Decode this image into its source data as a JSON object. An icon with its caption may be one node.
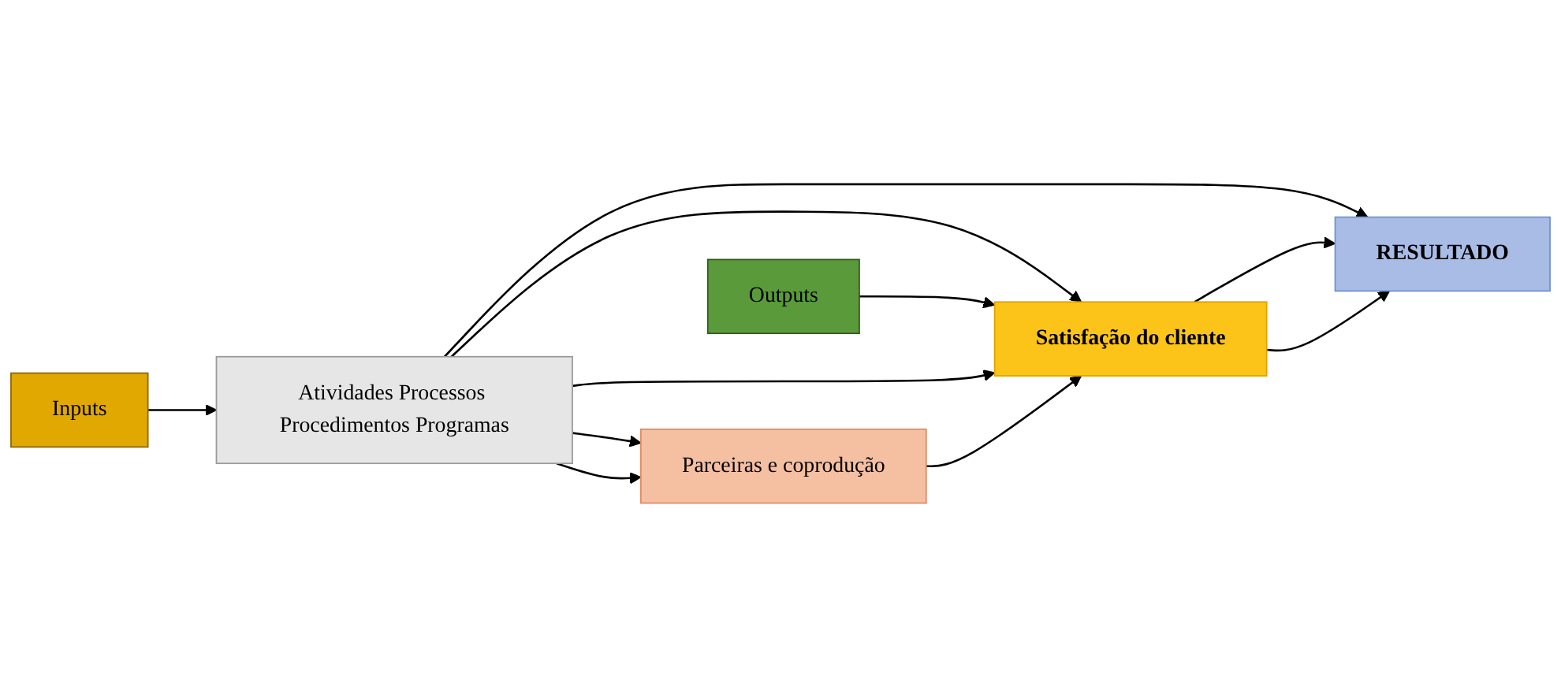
{
  "diagram": {
    "nodes": [
      {
        "text": [
          "Atividades Processos Procedimentos Programas"
        ]
      },
      {
        "text": [
          "Inputs"
        ]
      },
      {
        "text": [
          "Outputs"
        ]
      },
      {
        "text": [
          "Parceiras e coprodução"
        ]
      },
      {
        "text": [
          "Satisfação do cliente"
        ]
      },
      {
        "text": [
          "RESULTADO"
        ]
      }
    ],
    "edges": [
      {
        "from": 0,
        "to": 5,
        "arrow": "to"
      },
      {
        "from": 1,
        "to": 0,
        "arrow": "to"
      },
      {
        "from": 0,
        "to": 4,
        "arrow": "to"
      },
      {
        "from": 2,
        "to": 4,
        "arrow": "to"
      },
      {
        "from": 0,
        "to": 4,
        "arrow": "to"
      },
      {
        "from": 0,
        "to": 3,
        "arrow": "to"
      },
      {
        "from": 0,
        "to": 3,
        "arrow": "to"
      },
      {
        "from": 3,
        "to": 4,
        "arrow": "to"
      },
      {
        "from": 4,
        "to": 5,
        "arrow": "to"
      },
      {
        "from": 4,
        "to": 5,
        "arrow": "to"
      }
    ]
  }
}
